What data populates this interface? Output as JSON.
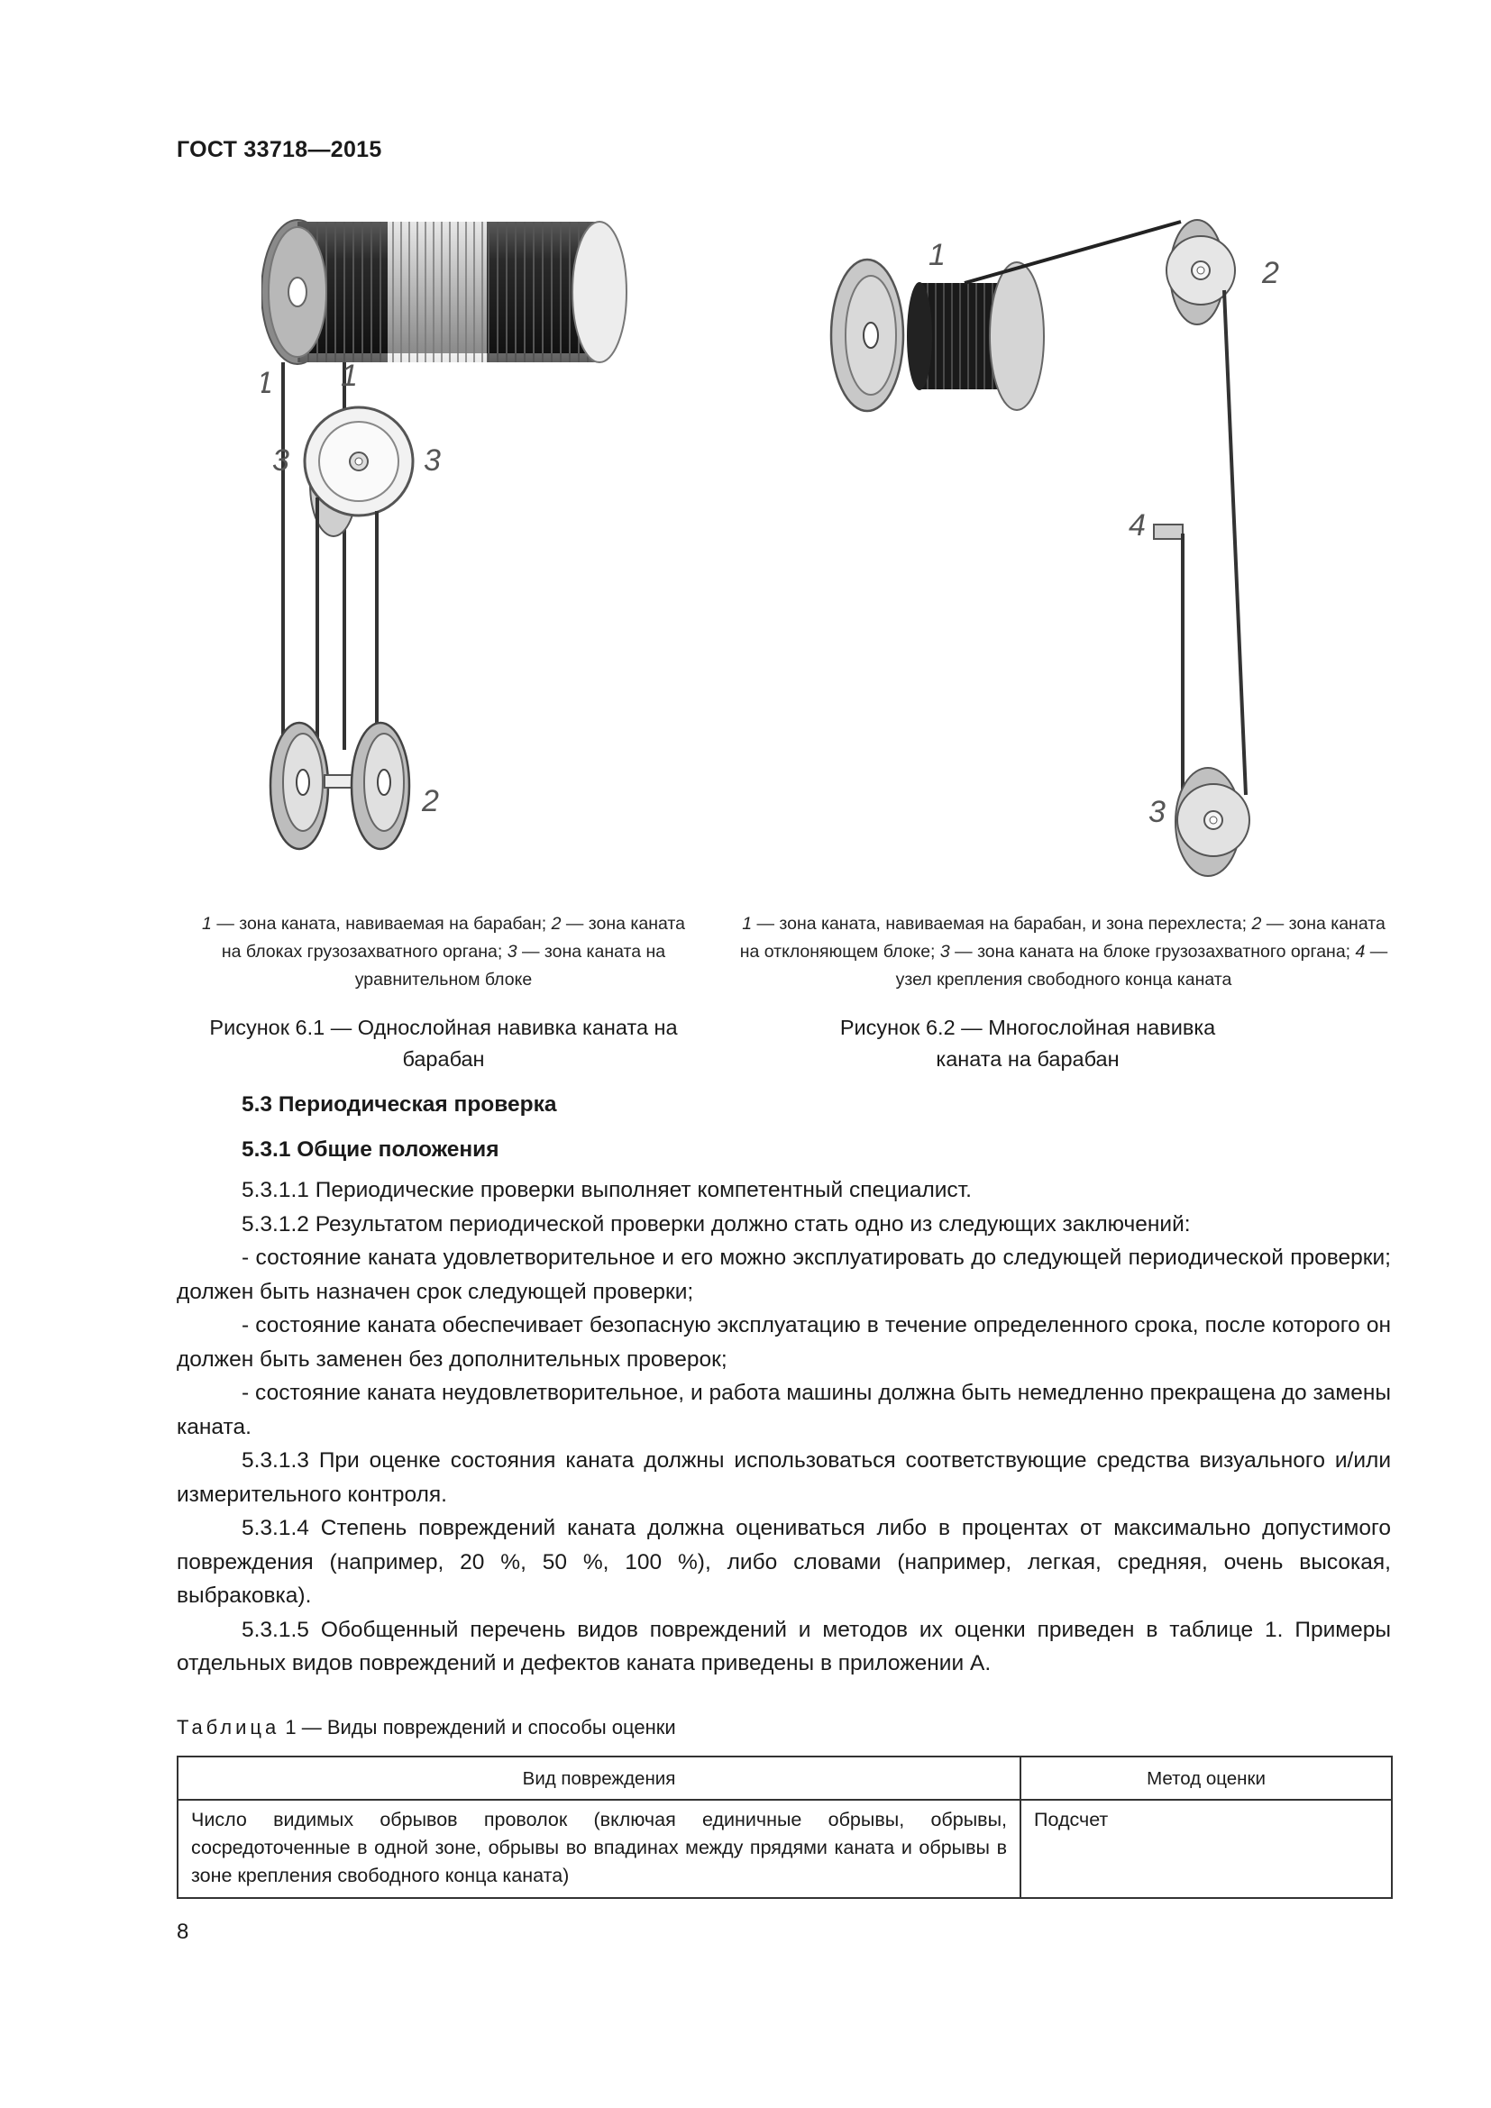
{
  "header": {
    "title": "ГОСТ 33718—2015"
  },
  "figure1": {
    "labels": {
      "l1a": "1",
      "l1b": "1",
      "l3a": "3",
      "l3b": "3",
      "l2a": "2",
      "l2b": "2"
    },
    "legend": [
      {
        "num": "1",
        "text": " — зона каната, навиваемая на барабан; "
      },
      {
        "num": "2",
        "text": " — зона каната на блоках грузозахватного органа; "
      },
      {
        "num": "3",
        "text": " — зона каната на уравнительном блоке"
      }
    ],
    "caption": "Рисунок 6.1 — Однослойная навивка каната на барабан"
  },
  "figure2": {
    "labels": {
      "l1": "1",
      "l2": "2",
      "l3": "3",
      "l4": "4"
    },
    "legend": [
      {
        "num": "1",
        "text": " — зона каната, навиваемая на барабан, и зона перехлеста; "
      },
      {
        "num": "2",
        "text": " — зона каната на отклоняющем блоке; "
      },
      {
        "num": "3",
        "text": " — зона каната на блоке грузозахватного органа; "
      },
      {
        "num": "4",
        "text": " — узел крепления свободного конца каната"
      }
    ],
    "caption": "Рисунок 6.2 — Многослойная навивка каната на барабан"
  },
  "section": {
    "heading": "5.3 Периодическая проверка",
    "subheading": "5.3.1 Общие положения",
    "paragraphs": [
      "5.3.1.1 Периодические проверки выполняет компетентный специалист.",
      "5.3.1.2 Результатом периодической проверки должно стать одно из следующих заключений:",
      "- состояние каната удовлетворительное и его можно эксплуатировать до следующей периодической проверки; должен быть назначен срок следующей проверки;",
      "- состояние каната обеспечивает безопасную эксплуатацию в течение определенного срока, после которого он должен быть заменен без дополнительных проверок;",
      "- состояние каната неудовлетворительное, и работа машины должна быть немедленно прекращена до замены каната.",
      "5.3.1.3 При оценке состояния каната должны использоваться соответствующие средства визуального и/или измерительного контроля.",
      "5.3.1.4 Степень повреждений каната должна оцениваться либо в процентах от максимально допустимого повреждения (например, 20 %, 50 %, 100 %), либо словами (например, легкая, средняя, очень высокая, выбраковка).",
      "5.3.1.5 Обобщенный перечень видов повреждений и методов их оценки приведен в таблице 1. Примеры отдельных видов повреждений и дефектов каната приведены в приложении А."
    ]
  },
  "table": {
    "caption_label": "Таблица",
    "caption_rest": " 1 — Виды повреждений и способы оценки",
    "headers": [
      "Вид повреждения",
      "Метод оценки"
    ],
    "rows": [
      [
        "Число видимых обрывов проволок (включая единичные обрывы, обрывы, сосредоточенные в одной зоне, обрывы во впадинах между прядями каната и обрывы в зоне крепления свободного конца каната)",
        "Подсчет"
      ]
    ]
  },
  "page_number": "8"
}
